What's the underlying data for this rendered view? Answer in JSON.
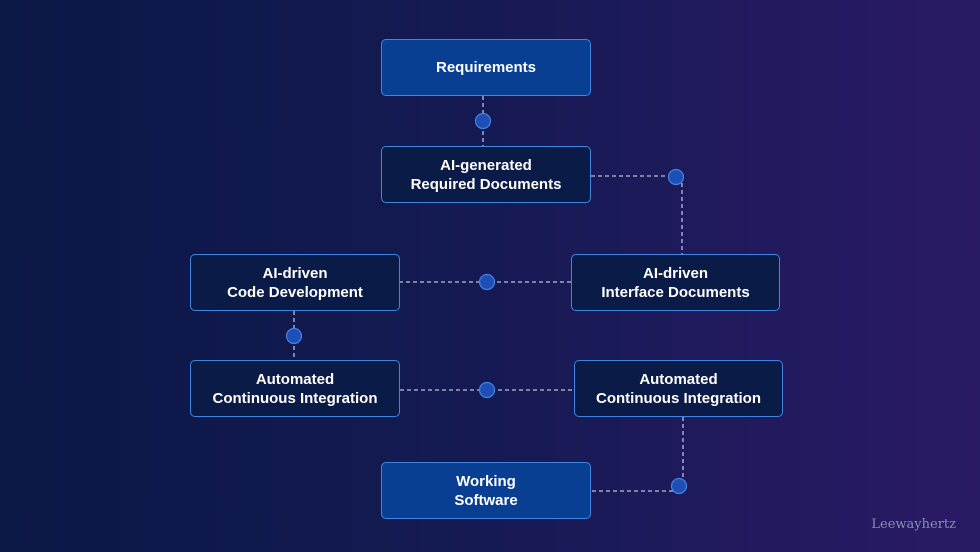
{
  "diagram": {
    "nodes": {
      "requirements": "Requirements",
      "ai_generated_docs": "AI-generated\nRequired Documents",
      "ai_code_development": "AI-driven\nCode Development",
      "ai_interface_docs": "AI-driven\nInterface Documents",
      "ci_left": "Automated\nContinuous Integration",
      "ci_right": "Automated\nContinuous Integration",
      "working_software": "Working\nSoftware"
    },
    "watermark": "Leewayhertz"
  },
  "colors": {
    "bright_box": "#083f93",
    "dark_box": "#0b1b48",
    "border": "#3f86e0",
    "connector": "#b9c2dc",
    "dot": "#1f4fb6"
  }
}
